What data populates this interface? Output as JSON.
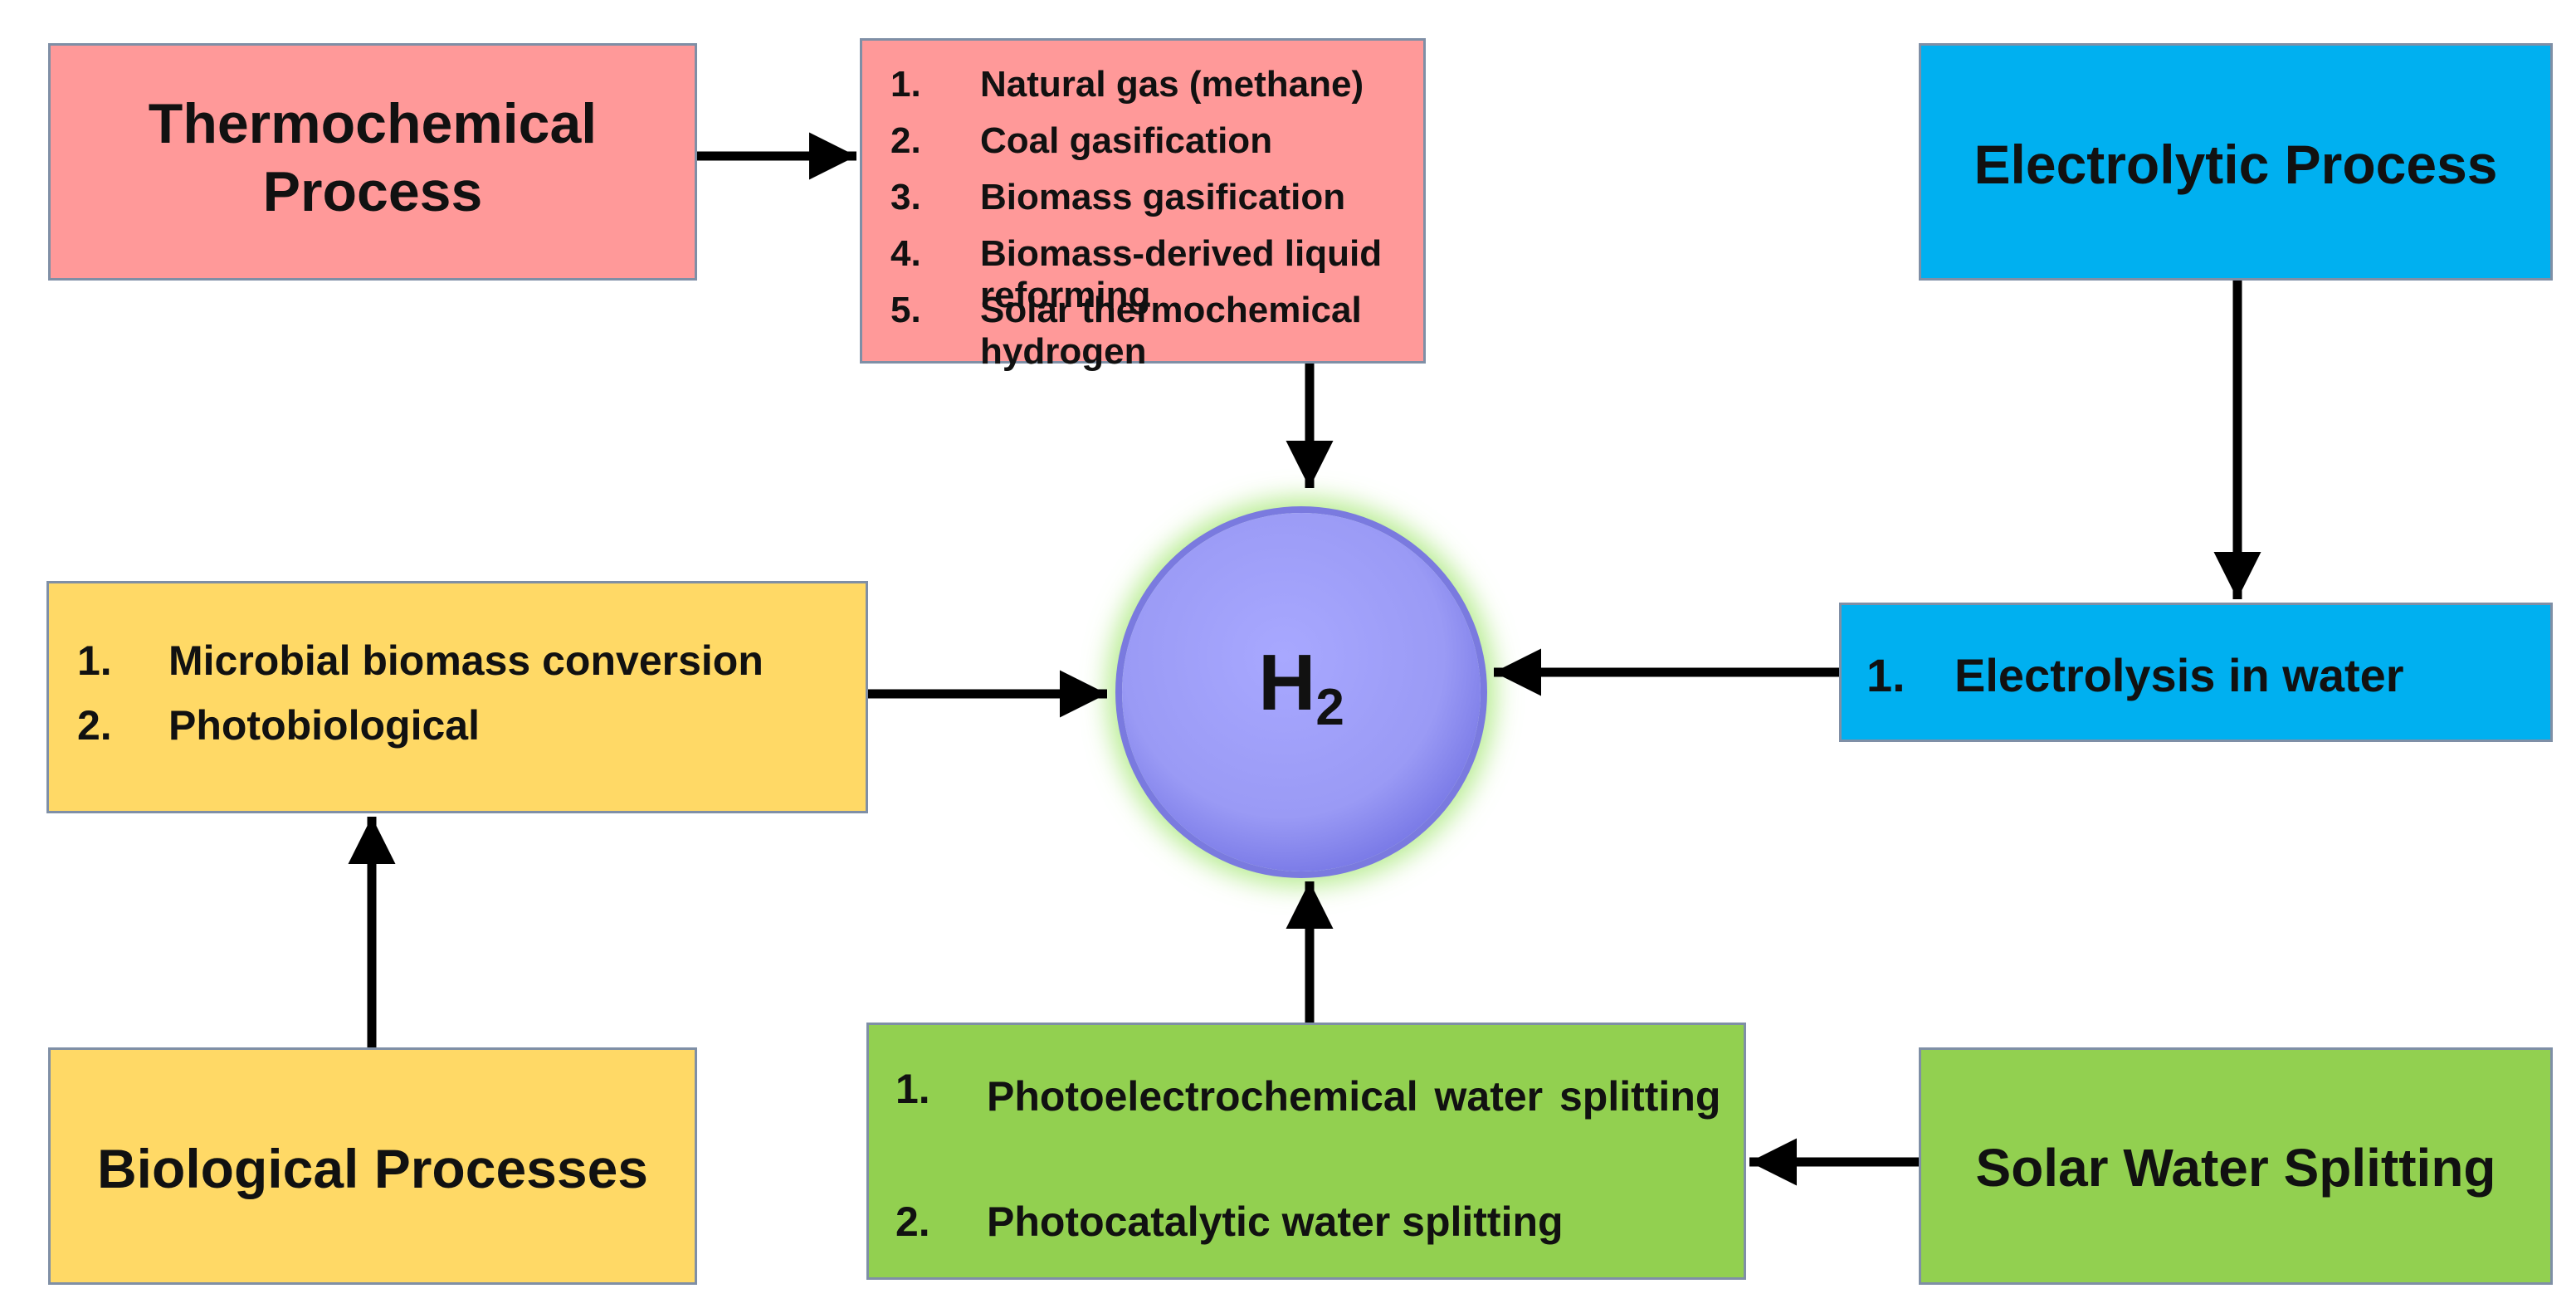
{
  "center": {
    "base": "H",
    "subscript": "2"
  },
  "thermochemical": {
    "title_line1": "Thermochemical",
    "title_line2": "Process",
    "items": [
      {
        "num": "1.",
        "text": "Natural gas (methane)"
      },
      {
        "num": "2.",
        "text": "Coal gasification"
      },
      {
        "num": "3.",
        "text": "Biomass gasification"
      },
      {
        "num": "4.",
        "text": "Biomass-derived liquid reforming"
      },
      {
        "num": "5.",
        "text": "Solar thermochemical hydrogen"
      }
    ]
  },
  "electrolytic": {
    "title": "Electrolytic Process",
    "items": [
      {
        "num": "1.",
        "text": "Electrolysis in water"
      }
    ]
  },
  "biological": {
    "title": "Biological Processes",
    "items": [
      {
        "num": "1.",
        "text": "Microbial biomass conversion"
      },
      {
        "num": "2.",
        "text": "Photobiological"
      }
    ]
  },
  "solar": {
    "title": "Solar Water Splitting",
    "items": [
      {
        "num": "1.",
        "text": "Photoelectrochemical water splitting"
      },
      {
        "num": "2.",
        "text": "Photocatalytic water splitting"
      }
    ]
  },
  "colors": {
    "thermochemical": "#ff9999",
    "electrolytic": "#00b0f0",
    "biological": "#ffd966",
    "solar": "#92d050",
    "center": "#9a9af5",
    "border": "#7f8fa6",
    "arrow": "#000000"
  }
}
